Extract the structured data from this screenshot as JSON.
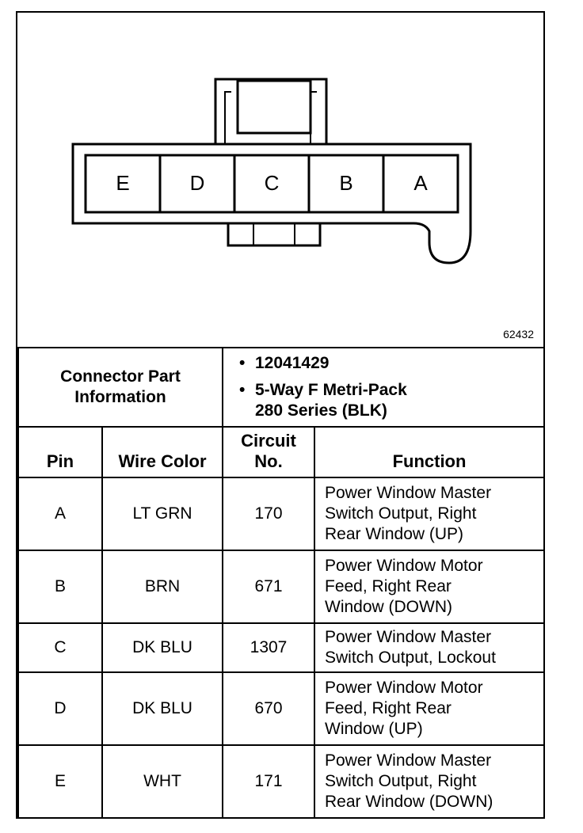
{
  "diagram": {
    "pins": [
      "E",
      "D",
      "C",
      "B",
      "A"
    ],
    "figure_number": "62432"
  },
  "connector_info": {
    "label_line1": "Connector Part",
    "label_line2": "Information",
    "items": [
      {
        "lines": [
          "12041429"
        ]
      },
      {
        "lines": [
          "5-Way F Metri-Pack",
          "280 Series (BLK)"
        ]
      }
    ]
  },
  "table": {
    "headers": {
      "pin": "Pin",
      "wire_color": "Wire Color",
      "circuit_line1": "Circuit",
      "circuit_line2": "No.",
      "function": "Function"
    },
    "rows": [
      {
        "pin": "A",
        "wire_color": "LT GRN",
        "circuit": "170",
        "function": [
          "Power Window Master",
          "Switch Output, Right",
          "Rear Window (UP)"
        ]
      },
      {
        "pin": "B",
        "wire_color": "BRN",
        "circuit": "671",
        "function": [
          "Power Window Motor",
          "Feed, Right Rear",
          "Window (DOWN)"
        ]
      },
      {
        "pin": "C",
        "wire_color": "DK BLU",
        "circuit": "1307",
        "function": [
          "Power Window Master",
          "Switch Output, Lockout"
        ]
      },
      {
        "pin": "D",
        "wire_color": "DK BLU",
        "circuit": "670",
        "function": [
          "Power Window Motor",
          "Feed, Right Rear",
          "Window (UP)"
        ]
      },
      {
        "pin": "E",
        "wire_color": "WHT",
        "circuit": "171",
        "function": [
          "Power Window Master",
          "Switch Output, Right",
          "Rear Window (DOWN)"
        ]
      }
    ]
  }
}
